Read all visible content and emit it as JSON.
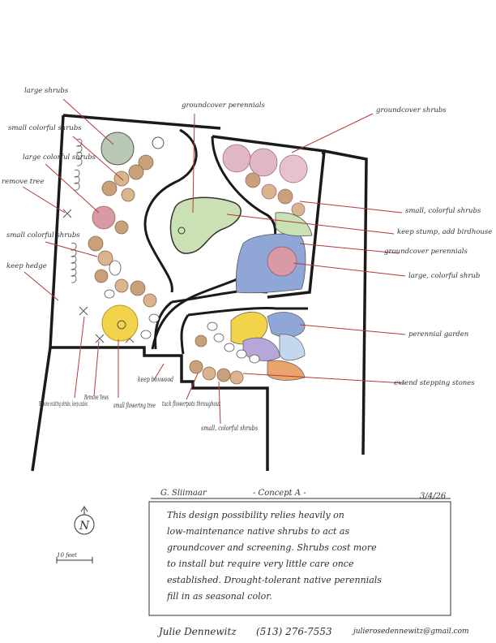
{
  "labels": {
    "large_shrubs_top": "large shrubs",
    "small_colorful_shrubs_left": "small colorful shrubs",
    "large_colorful_shrubs_left": "large colorful shrubs",
    "remove_tree": "remove tree",
    "small_colorful_shrubs_left2": "small colorful shrubs",
    "keep_hedge": "keep hedge",
    "groundcover_perennials_top": "groundcover perennials",
    "groundcover_shrubs": "groundcover shrubs",
    "small_colorful_shrubs_right": "small, colorful shrubs",
    "keep_stump_add_birdhouse": "keep stump, add birdhouse",
    "groundcover_perennials_right": "groundcover perennials",
    "large_colorful_shrub_right": "large, colorful shrub",
    "perennial_garden": "perennial garden",
    "extend_stepping_stones": "extend stepping stones",
    "remove_existing_shrubs": "Remove existing shrubs, keep azalea",
    "remove_yews": "Remove Yews",
    "small_flowering_tree": "small flowering tree",
    "keep_boxwood": "keep boxwood",
    "tuck_flowerpots": "tuck flowerpots throughout",
    "small_colorful_shrubs_bottom": "small, colorful shrubs"
  },
  "title_block": {
    "client": "G. Sliimaar",
    "concept": "- Concept A -",
    "date": "3/4/26",
    "description_lines": [
      "This design possibility relies heavily on",
      "low-maintenance native shrubs to act as",
      "groundcover and screening. Shrubs cost more",
      "to install but require very little care once",
      "established. Drought-tolerant native perennials",
      "fill in as seasonal color."
    ]
  },
  "north_arrow": {
    "letter": "N"
  },
  "scale_bar": {
    "label": "10 feet"
  },
  "footer": {
    "designer": "Julie Dennewitz",
    "phone": "(513) 276-7553",
    "email": "julierosedennewitz@gmail.com"
  },
  "colors": {
    "line": "#1a1a1a",
    "leader": "#b23a3a",
    "shrub_brown": "#c8a07a",
    "shrub_pink": "#d99aa8",
    "shrub_green": "#a9c79a",
    "perennial_yellow": "#f2d34a",
    "perennial_blue": "#8fa6d6",
    "perennial_purple": "#b7a7d8",
    "perennial_orange": "#e9a36b"
  }
}
